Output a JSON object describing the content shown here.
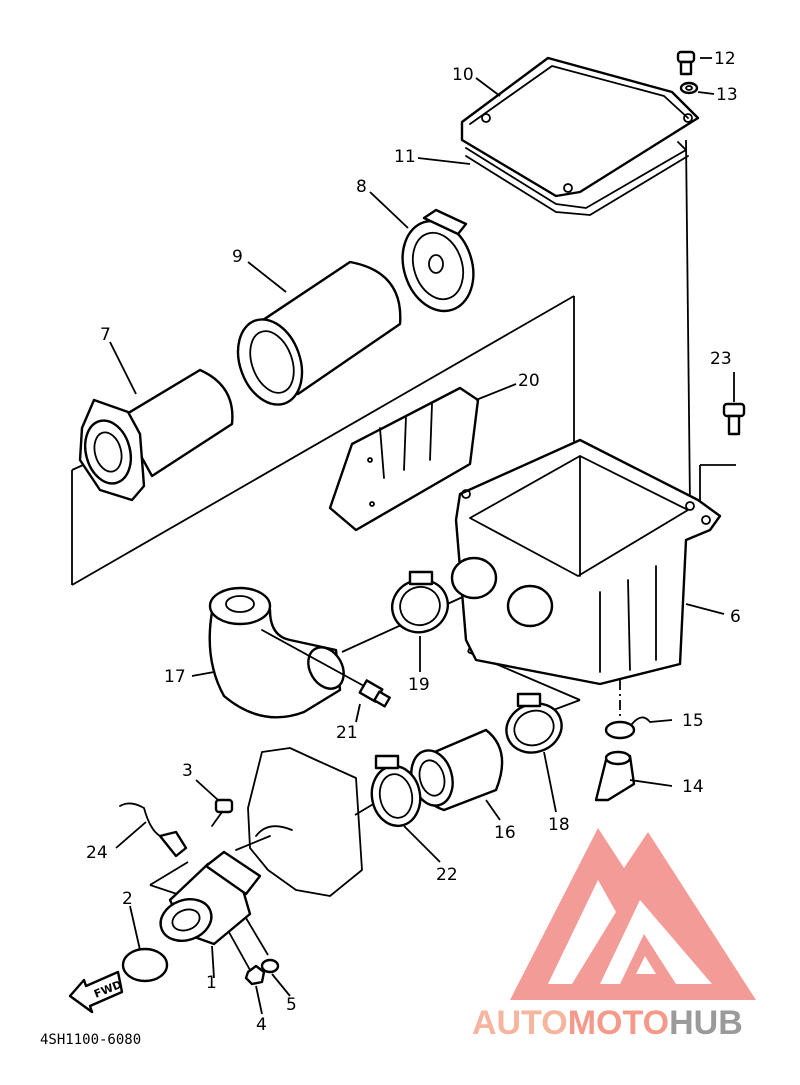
{
  "diagram_code": "4SH1100-6080",
  "fwd_label": "FWD",
  "watermark": {
    "text_auto": "AUTO",
    "text_moto": "MOTO",
    "text_hub": "HUB",
    "color_auto": "#f6b59e",
    "color_moto": "#f59a8a",
    "color_hub": "#9a9a9a",
    "logo_color": "#f28a86"
  },
  "callouts": [
    "1",
    "2",
    "3",
    "4",
    "5",
    "6",
    "7",
    "8",
    "9",
    "10",
    "11",
    "12",
    "13",
    "14",
    "15",
    "16",
    "17",
    "18",
    "19",
    "20",
    "21",
    "22",
    "23",
    "24"
  ]
}
